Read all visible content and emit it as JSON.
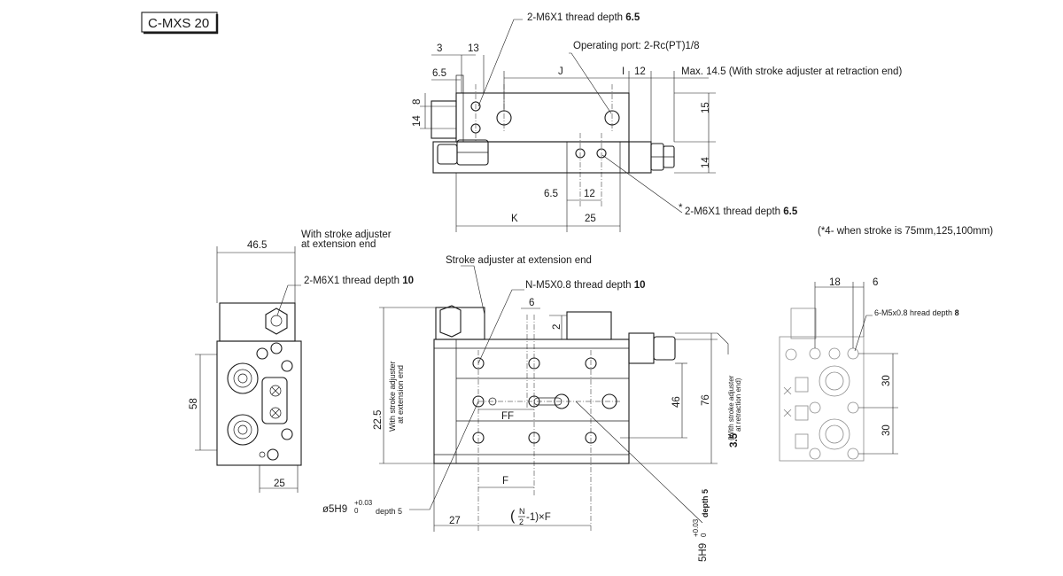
{
  "model": "C-MXS 20",
  "top_view": {
    "dims": {
      "d3": "3",
      "d13": "13",
      "d6_5": "6.5",
      "dJ": "J",
      "dI": "I",
      "d12": "12",
      "d8": "8",
      "d14_left": "14",
      "d15": "15",
      "d14_right": "14",
      "d6_5_bottom": "6.5",
      "d12_bottom": "12",
      "dK": "K",
      "d25": "25"
    },
    "labels": {
      "thread_top": "2-M6X1  thread depth ",
      "thread_top_val": "6.5",
      "operating_port": "Operating port: 2-Rc(PT)1/8",
      "max_note": "Max. 14.5 (With stroke adjuster at retraction end)",
      "star": "*",
      "thread_bottom": "2-M6X1 thread depth ",
      "thread_bottom_val": "6.5",
      "footnote": "(*4- when stroke is 75mm,125,100mm)"
    }
  },
  "left_view": {
    "dims": {
      "d46_5": "46.5",
      "d58": "58",
      "d25": "25"
    },
    "labels": {
      "adj_ext_line1": "With stroke adjuster",
      "adj_ext_line2": "at extension end",
      "thread": "2-M6X1 thread depth ",
      "thread_val": "10"
    }
  },
  "front_view": {
    "dims": {
      "d6": "6",
      "d2": "2",
      "d22_5": "22.5",
      "d46": "46",
      "d76": "76",
      "d3_5": "3.5",
      "dFF": "FF",
      "dF": "F",
      "d27": "27"
    },
    "labels": {
      "adj_ext": "Stroke adjuster at extension end",
      "thread": "N-M5X0.8 thread depth ",
      "thread_val": "10",
      "vert_adj_line1": "With stroke adjuster",
      "vert_adj_line2": "at extension end",
      "vert_retr_line1": "(With stroke adjuster",
      "vert_retr_line2": "at retraction end)",
      "hole_left": "ø5H9",
      "hole_left_tol_upper": "+0.03",
      "hole_left_tol_lower": "0",
      "hole_left_depth": "depth 5",
      "formula_open": "(",
      "formula_N": "N",
      "formula_2": "2",
      "formula_rest": "-1)×F",
      "hole_right": "5H9",
      "hole_right_tol_upper": "+0.03",
      "hole_right_tol_lower": "0",
      "hole_right_depth": "depth 5"
    }
  },
  "right_view": {
    "dims": {
      "d18": "18",
      "d6": "6",
      "d30_top": "30",
      "d30_bottom": "30"
    },
    "labels": {
      "thread": "6-M5x0.8 hread depth ",
      "thread_val": "8"
    }
  }
}
